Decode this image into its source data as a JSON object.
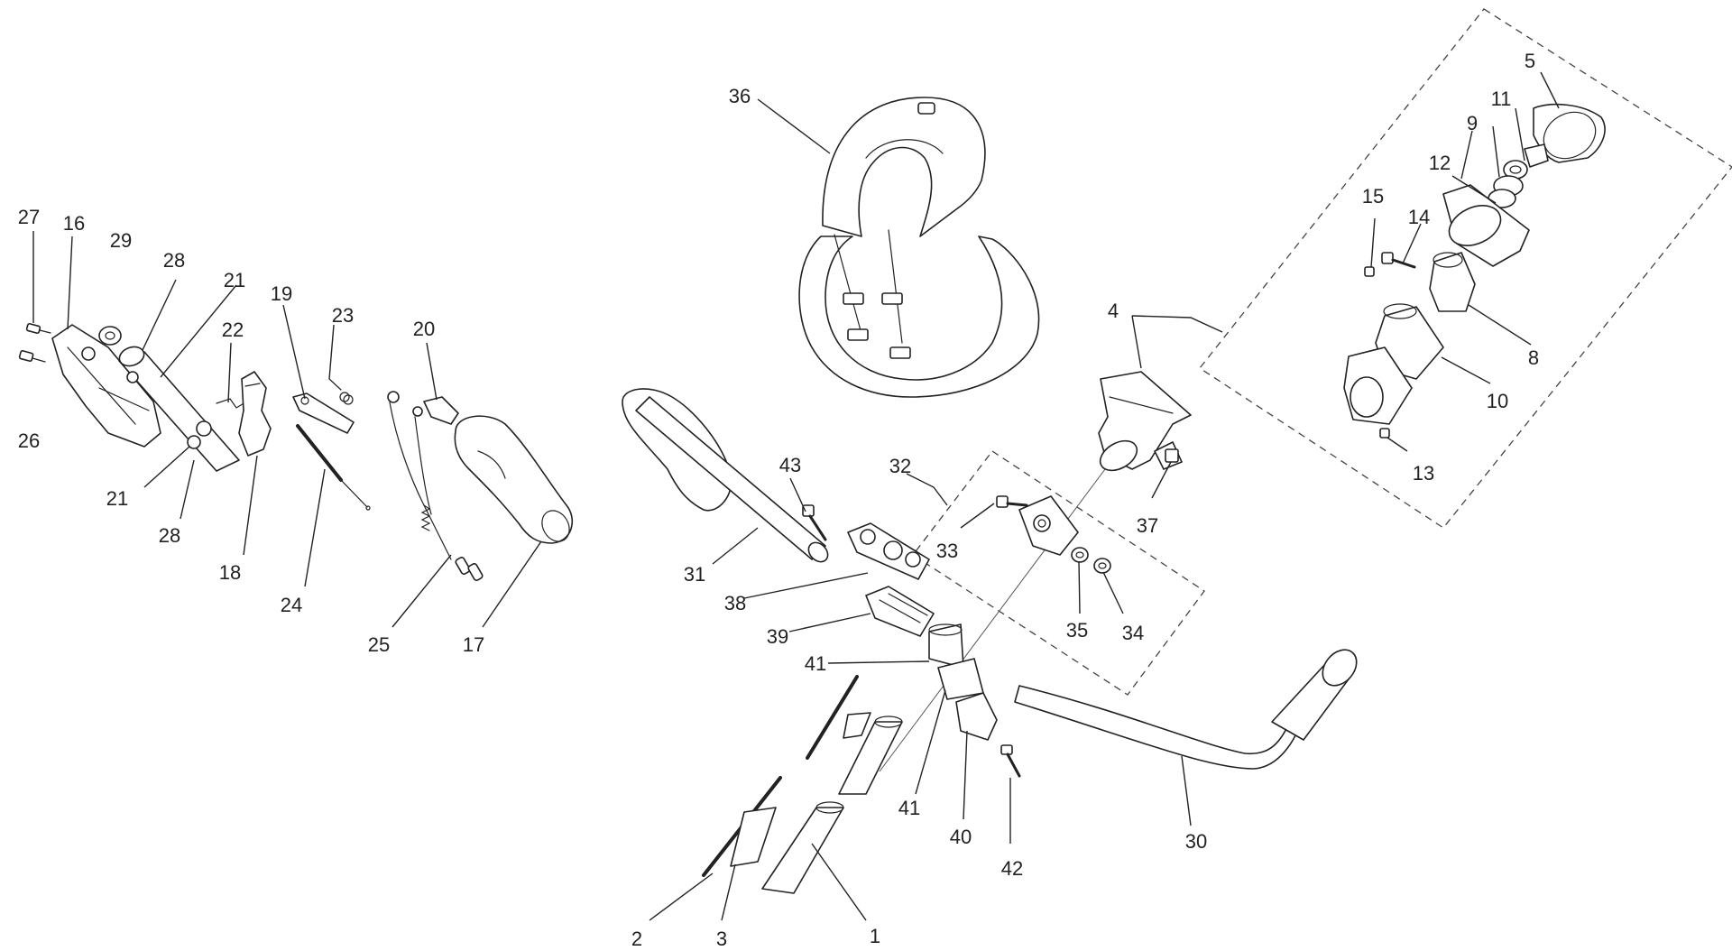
{
  "labels": {
    "l1": "1",
    "l2": "2",
    "l3": "3",
    "l4": "4",
    "l5": "5",
    "l8": "8",
    "l9": "9",
    "l10": "10",
    "l11": "11",
    "l12": "12",
    "l13": "13",
    "l14": "14",
    "l15": "15",
    "l16": "16",
    "l17": "17",
    "l18": "18",
    "l19": "19",
    "l20": "20",
    "l21a": "21",
    "l21b": "21",
    "l22": "22",
    "l23": "23",
    "l24": "24",
    "l25": "25",
    "l26": "26",
    "l27": "27",
    "l28a": "28",
    "l28b": "28",
    "l29": "29",
    "l30": "30",
    "l31": "31",
    "l32": "32",
    "l33": "33",
    "l34": "34",
    "l35": "35",
    "l36": "36",
    "l37": "37",
    "l38": "38",
    "l39": "39",
    "l40": "40",
    "l41a": "41",
    "l41b": "41",
    "l42": "42",
    "l43": "43"
  }
}
